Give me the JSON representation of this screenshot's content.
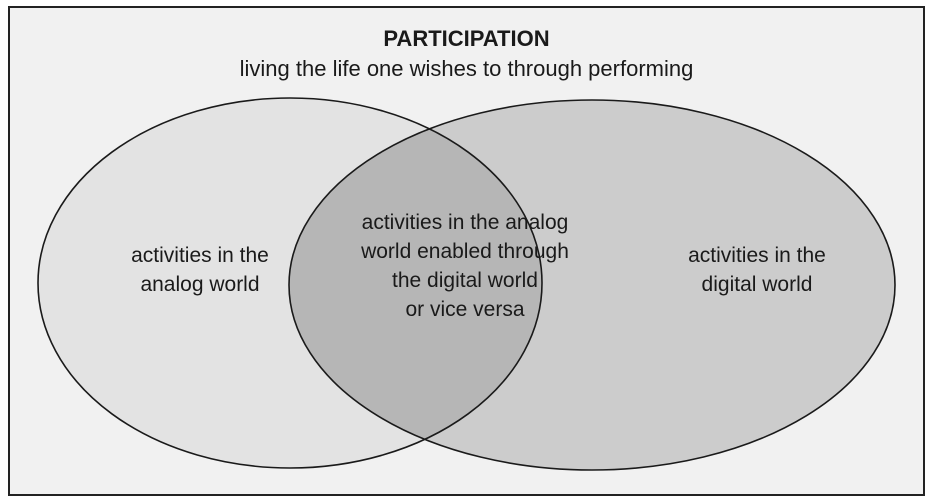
{
  "diagram": {
    "title": "PARTICIPATION",
    "subtitle": "living the life one wishes to through performing",
    "sets": {
      "analog": {
        "lines": [
          "activities in the",
          "analog world"
        ],
        "fill": "#e3e3e3"
      },
      "digital": {
        "lines": [
          "activities in the",
          "digital world"
        ],
        "fill": "#cccccc"
      },
      "intersection": {
        "lines": [
          "activities in the analog",
          "world enabled through",
          "the digital world",
          "or vice versa"
        ],
        "fill": "#b6b6b6"
      }
    },
    "colors": {
      "background": "#f1f1f1",
      "border": "#222222",
      "outline": "#1a1a1a"
    }
  }
}
